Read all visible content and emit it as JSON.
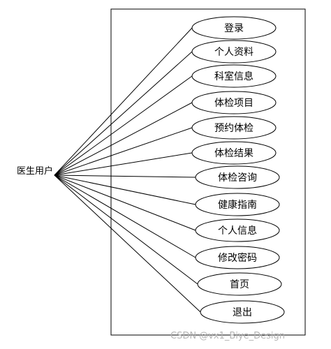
{
  "actor": {
    "label": "医生用户"
  },
  "use_cases": [
    {
      "label": "登录"
    },
    {
      "label": "个人资料"
    },
    {
      "label": "科室信息"
    },
    {
      "label": "体检项目"
    },
    {
      "label": "预约体检"
    },
    {
      "label": "体检结果"
    },
    {
      "label": "体检咨询"
    },
    {
      "label": "健康指南"
    },
    {
      "label": "个人信息"
    },
    {
      "label": "修改密码"
    },
    {
      "label": "首页"
    },
    {
      "label": "退出"
    }
  ],
  "watermark": "CSDN @vx1_Biye_Design",
  "colors": {
    "stroke": "#000000",
    "background": "#ffffff",
    "watermark": "#b5b5b5"
  }
}
